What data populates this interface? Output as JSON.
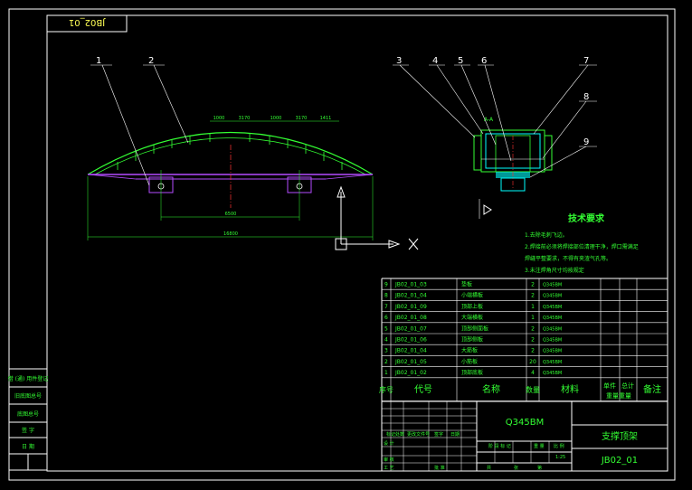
{
  "drawing": {
    "title_box": "JB02_01",
    "part_name": "支撑顶架",
    "drawing_no": "JB02_01",
    "material_code": "Q345BM",
    "scale": "1:25"
  },
  "balloons": [
    "1",
    "2",
    "3",
    "4",
    "5",
    "6",
    "7",
    "8",
    "9"
  ],
  "section_label": "A-A",
  "tech_requirements": {
    "title": "技术要求",
    "items": [
      "1.去除毛刺飞边。",
      "2.焊接前必须将焊接部位清理干净，焊口需满足焊缝平整要求，不得有夹渣气孔等。",
      "3.未注焊角尺寸均按规定"
    ]
  },
  "bom": {
    "headers": {
      "seq": "序号",
      "code": "代号",
      "name": "名称",
      "qty": "数量",
      "material": "材料",
      "unit_weight": "单件重量",
      "total_weight": "总计重量",
      "remark": "备注"
    },
    "rows": [
      {
        "seq": "9",
        "code": "JB02_01_03",
        "name": "垫板",
        "qty": "2",
        "material": "Q345BM"
      },
      {
        "seq": "8",
        "code": "JB02_01_04",
        "name": "小端横板",
        "qty": "2",
        "material": "Q345BM"
      },
      {
        "seq": "7",
        "code": "JB02_01_09",
        "name": "顶部上板",
        "qty": "1",
        "material": "Q345BM"
      },
      {
        "seq": "6",
        "code": "JB02_01_08",
        "name": "大端横板",
        "qty": "1",
        "material": "Q345BM"
      },
      {
        "seq": "5",
        "code": "JB02_01_07",
        "name": "顶部侧面板",
        "qty": "2",
        "material": "Q345BM"
      },
      {
        "seq": "4",
        "code": "JB02_01_06",
        "name": "顶部侧板",
        "qty": "2",
        "material": "Q345BM"
      },
      {
        "seq": "3",
        "code": "JB02_01_04",
        "name": "大筋板",
        "qty": "2",
        "material": "Q345BM"
      },
      {
        "seq": "2",
        "code": "JB02_01_05",
        "name": "小筋板",
        "qty": "20",
        "material": "Q345BM"
      },
      {
        "seq": "1",
        "code": "JB02_01_02",
        "name": "顶部底板",
        "qty": "4",
        "material": "Q345BM"
      }
    ]
  },
  "dimensions": {
    "top": [
      "1000",
      "3170",
      "1000",
      "3170",
      "1411"
    ],
    "bottom_short": "6500",
    "bottom_long": "16800"
  },
  "side_labels": [
    "借 (通) 用件登记",
    "旧底图总号",
    "底图总号",
    "签 字",
    "日 期"
  ],
  "title_block_small": {
    "c1": "标记",
    "c2": "处数",
    "c3": "更改文件号",
    "c4": "签字",
    "c5": "日期",
    "design": "设 计",
    "stage_mark": "阶 段 标 记",
    "weight": "重 量",
    "scale_label": "比 例",
    "audit": "审 核",
    "craft": "工 艺",
    "approve": "批 准",
    "date": "日 期",
    "sheet_total": "共",
    "sheet_sep": "张",
    "sheet_no": "第"
  },
  "colors": {
    "frame": "#ffffff",
    "text": "#33ff33",
    "dim": "#33ff33",
    "part": "#ffffff",
    "purple": "#b44bff",
    "red": "#ff3333",
    "cyan": "#00ffff"
  }
}
